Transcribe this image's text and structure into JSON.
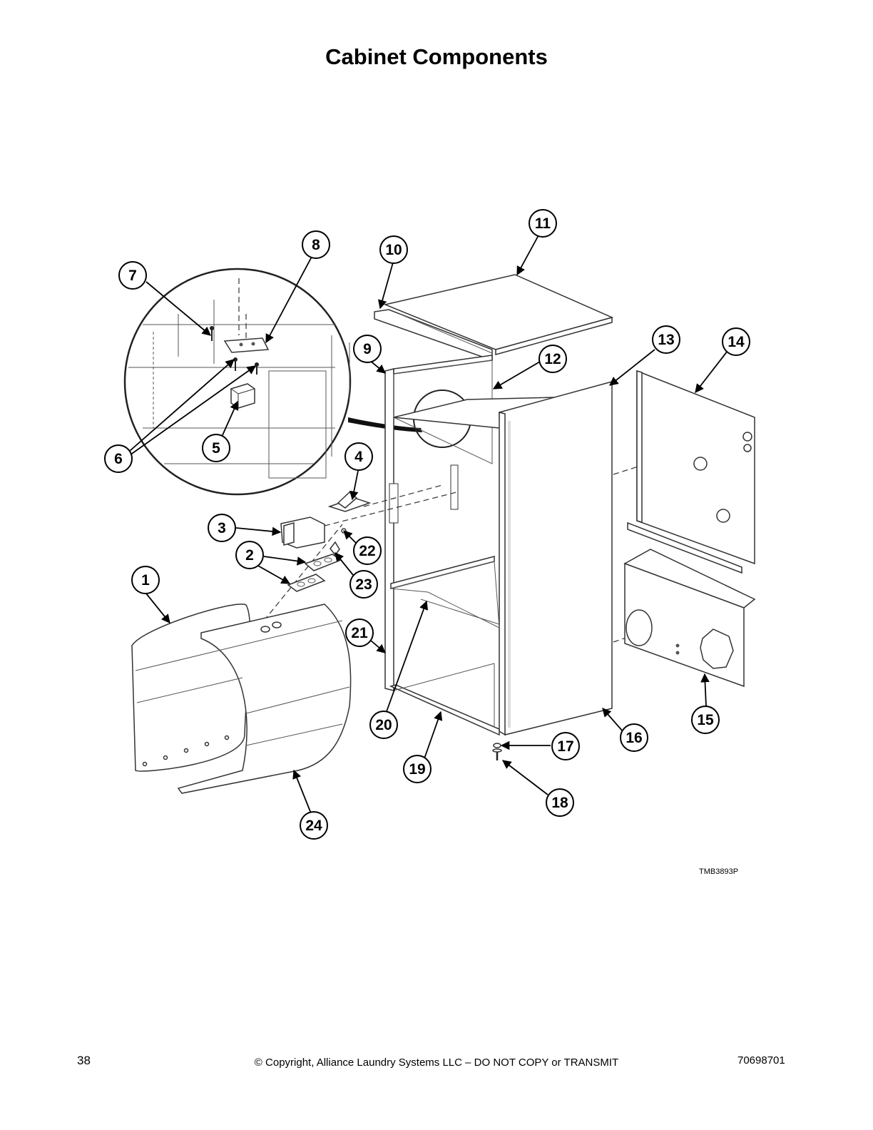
{
  "page": {
    "title": "Cabinet Components",
    "figure_id": "TMB3893P",
    "page_number": "38",
    "copyright": "© Copyright, Alliance Laundry Systems LLC – DO NOT COPY or TRANSMIT",
    "document_number": "70698701"
  },
  "callouts": [
    "1",
    "2",
    "3",
    "4",
    "5",
    "6",
    "7",
    "8",
    "9",
    "10",
    "11",
    "12",
    "13",
    "14",
    "15",
    "16",
    "17",
    "18",
    "19",
    "20",
    "21",
    "22",
    "23",
    "24"
  ]
}
